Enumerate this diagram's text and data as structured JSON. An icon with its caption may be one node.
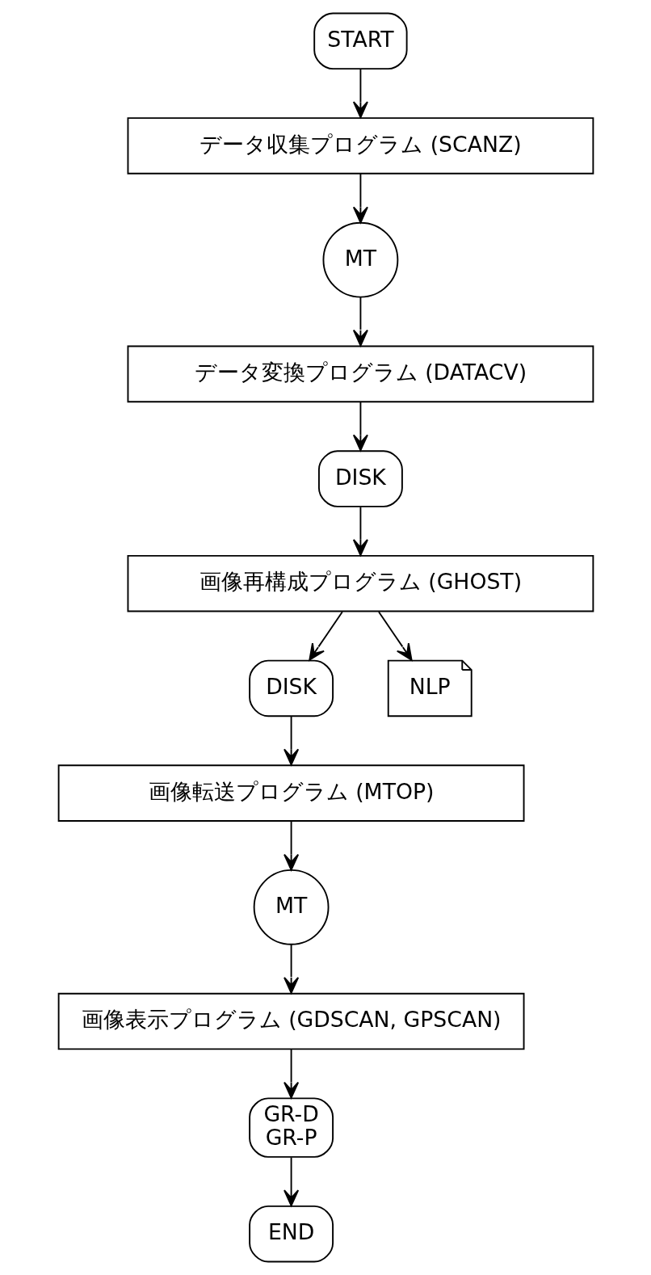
{
  "diagram": {
    "nodes": [
      {
        "text": [
          "START"
        ]
      },
      {
        "text": [
          "データ収集プログラム (SCANZ)"
        ]
      },
      {
        "text": [
          "MT"
        ]
      },
      {
        "text": [
          "データ変換プログラム (DATACV)"
        ]
      },
      {
        "text": [
          "DISK"
        ]
      },
      {
        "text": [
          "画像再構成プログラム (GHOST)"
        ]
      },
      {
        "text": [
          "DISK"
        ]
      },
      {
        "text": [
          "NLP"
        ]
      },
      {
        "text": [
          "画像転送プログラム (MTOP)"
        ]
      },
      {
        "text": [
          "MT"
        ]
      },
      {
        "text": [
          "画像表示プログラム (GDSCAN, GPSCAN)"
        ]
      },
      {
        "text": [
          "GR-D",
          "GR-P"
        ]
      },
      {
        "text": [
          "END"
        ]
      }
    ],
    "edges": [
      {
        "from": 0,
        "to": 1,
        "arrow": "to"
      },
      {
        "from": 1,
        "to": 2,
        "arrow": "to"
      },
      {
        "from": 2,
        "to": 3,
        "arrow": "to"
      },
      {
        "from": 3,
        "to": 4,
        "arrow": "to"
      },
      {
        "from": 4,
        "to": 5,
        "arrow": "to"
      },
      {
        "from": 5,
        "to": 6,
        "arrow": "to"
      },
      {
        "from": 5,
        "to": 7,
        "arrow": "to"
      },
      {
        "from": 6,
        "to": 8,
        "arrow": "to"
      },
      {
        "from": 8,
        "to": 9,
        "arrow": "to"
      },
      {
        "from": 9,
        "to": 10,
        "arrow": "to"
      },
      {
        "from": 10,
        "to": 11,
        "arrow": "to"
      },
      {
        "from": 11,
        "to": 12,
        "arrow": "to"
      }
    ]
  }
}
